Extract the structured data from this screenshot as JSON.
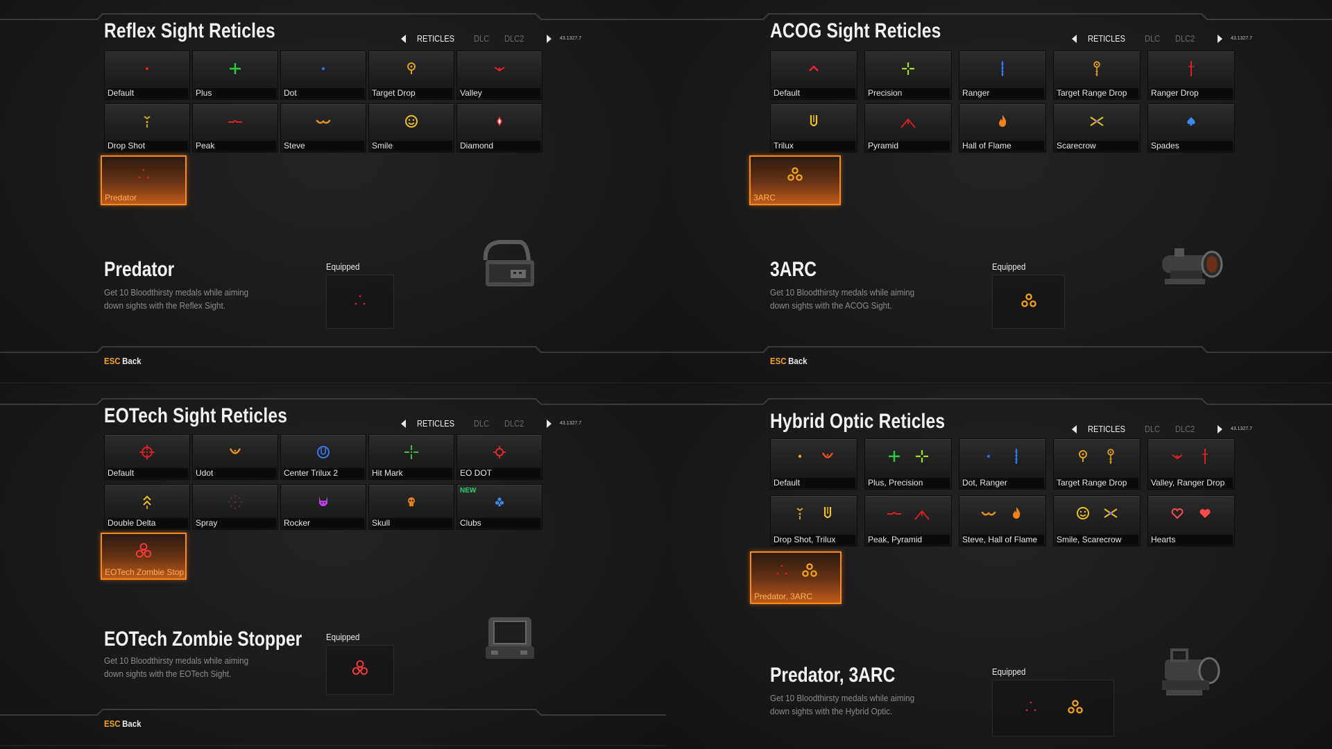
{
  "tabs": [
    "RETICLES",
    "DLC",
    "DLC2"
  ],
  "version": "43.1327.7",
  "back": {
    "key": "ESC",
    "label": "Back"
  },
  "equipped_label": "Equipped",
  "panels": [
    {
      "title": "Reflex Sight Reticles",
      "items": [
        {
          "label": "Default",
          "icon": "dot-icon",
          "color": "#e02020"
        },
        {
          "label": "Plus",
          "icon": "plus-icon",
          "color": "#2ecc40"
        },
        {
          "label": "Dot",
          "icon": "dot-icon",
          "color": "#2a6ef0"
        },
        {
          "label": "Target Drop",
          "icon": "target-drop-icon",
          "color": "#e0a020"
        },
        {
          "label": "Valley",
          "icon": "valley-icon",
          "color": "#e02020"
        },
        {
          "label": "Drop Shot",
          "icon": "drop-shot-icon",
          "color": "#e0b020"
        },
        {
          "label": "Peak",
          "icon": "peak-icon",
          "color": "#e02020"
        },
        {
          "label": "Steve",
          "icon": "mustache-icon",
          "color": "#e09020"
        },
        {
          "label": "Smile",
          "icon": "smile-icon",
          "color": "#f0c020"
        },
        {
          "label": "Diamond",
          "icon": "diamond-icon",
          "color": "#f03030"
        },
        {
          "label": "Predator",
          "icon": "predator-icon",
          "color": "#e02020",
          "selected": true
        }
      ],
      "detail": {
        "name": "Predator",
        "description": "Get 10 Bloodthirsty medals while aiming down sights with the Reflex Sight.",
        "equipped": [
          {
            "icon": "predator-icon",
            "color": "#e02020"
          }
        ]
      },
      "sight_icon": "reflex-sight-icon"
    },
    {
      "title": "ACOG Sight Reticles",
      "items": [
        {
          "label": "Default",
          "icon": "chevron-up-icon",
          "color": "#f02030"
        },
        {
          "label": "Precision",
          "icon": "precision-icon",
          "color": "#a0e020"
        },
        {
          "label": "Ranger",
          "icon": "ranger-icon",
          "color": "#2a7af0"
        },
        {
          "label": "Target Range Drop",
          "icon": "target-range-drop-icon",
          "color": "#e0a020"
        },
        {
          "label": "Ranger Drop",
          "icon": "ranger-drop-icon",
          "color": "#e02020"
        },
        {
          "label": "Trilux",
          "icon": "trilux-icon",
          "color": "#f0c030"
        },
        {
          "label": "Pyramid",
          "icon": "pyramid-icon",
          "color": "#e02020"
        },
        {
          "label": "Hall of Flame",
          "icon": "flame-icon",
          "color": "#f08020"
        },
        {
          "label": "Scarecrow",
          "icon": "scarecrow-icon",
          "color": "#f0b020"
        },
        {
          "label": "Spades",
          "icon": "spades-icon",
          "color": "#3a8af0"
        },
        {
          "label": "3ARC",
          "icon": "treyarch-icon",
          "color": "#f0a020",
          "selected": true
        }
      ],
      "detail": {
        "name": "3ARC",
        "description": "Get 10 Bloodthirsty medals while aiming down sights with the ACOG Sight.",
        "equipped": [
          {
            "icon": "treyarch-icon",
            "color": "#f0a020"
          }
        ]
      },
      "sight_icon": "acog-sight-icon"
    },
    {
      "title": "EOTech Sight Reticles",
      "items": [
        {
          "label": "Default",
          "icon": "crosshair-circle-icon",
          "color": "#e02020"
        },
        {
          "label": "Udot",
          "icon": "udot-icon",
          "color": "#f09020"
        },
        {
          "label": "Center Trilux 2",
          "icon": "center-trilux-icon",
          "color": "#3a7af0"
        },
        {
          "label": "Hit Mark",
          "icon": "hit-mark-icon",
          "color": "#40c040"
        },
        {
          "label": "EO DOT",
          "icon": "eo-dot-icon",
          "color": "#e03020"
        },
        {
          "label": "Double Delta",
          "icon": "double-delta-icon",
          "color": "#f0c020"
        },
        {
          "label": "Spray",
          "icon": "spray-icon",
          "color": "#a02020"
        },
        {
          "label": "Rocker",
          "icon": "rocker-icon",
          "color": "#c040f0"
        },
        {
          "label": "Skull",
          "icon": "skull-icon",
          "color": "#e08020"
        },
        {
          "label": "Clubs",
          "icon": "clubs-icon",
          "color": "#3a8af0",
          "badge": "NEW"
        },
        {
          "label": "EOTech Zombie Stopper",
          "icon": "biohazard-icon",
          "color": "#ff3a3a",
          "selected": true
        }
      ],
      "detail": {
        "name": "EOTech Zombie Stopper",
        "description": "Get 10 Bloodthirsty medals while aiming down sights with the EOTech Sight.",
        "equipped": [
          {
            "icon": "biohazard-icon",
            "color": "#ff3a3a"
          }
        ]
      },
      "sight_icon": "eotech-sight-icon"
    },
    {
      "title": "Hybrid Optic Reticles",
      "items": [
        {
          "label": "Default",
          "icons": [
            [
              "dot-icon",
              "#f0a020"
            ],
            [
              "udot-icon",
              "#f05020"
            ]
          ]
        },
        {
          "label": "Plus, Precision",
          "icons": [
            [
              "plus-icon",
              "#2ecc40"
            ],
            [
              "precision-icon",
              "#a0e020"
            ]
          ]
        },
        {
          "label": "Dot, Ranger",
          "icons": [
            [
              "dot-icon",
              "#2a6ef0"
            ],
            [
              "ranger-icon",
              "#2a7af0"
            ]
          ]
        },
        {
          "label": "Target Range Drop",
          "icons": [
            [
              "target-drop-icon",
              "#e0a020"
            ],
            [
              "target-range-drop-icon",
              "#e0a020"
            ]
          ]
        },
        {
          "label": "Valley, Ranger Drop",
          "icons": [
            [
              "valley-icon",
              "#e02020"
            ],
            [
              "ranger-drop-icon",
              "#e02020"
            ]
          ]
        },
        {
          "label": "Drop Shot, Trilux",
          "icons": [
            [
              "drop-shot-icon",
              "#e0b020"
            ],
            [
              "trilux-icon",
              "#f0c030"
            ]
          ]
        },
        {
          "label": "Peak, Pyramid",
          "icons": [
            [
              "peak-icon",
              "#e02020"
            ],
            [
              "pyramid-icon",
              "#e02020"
            ]
          ]
        },
        {
          "label": "Steve, Hall of Flame",
          "icons": [
            [
              "mustache-icon",
              "#e09020"
            ],
            [
              "flame-icon",
              "#f08020"
            ]
          ]
        },
        {
          "label": "Smile, Scarecrow",
          "icons": [
            [
              "smile-icon",
              "#f0c020"
            ],
            [
              "scarecrow-icon",
              "#f0b020"
            ]
          ]
        },
        {
          "label": "Hearts",
          "icons": [
            [
              "heart-outline-icon",
              "#ff4a4a"
            ],
            [
              "heart-icon",
              "#ff4a4a"
            ]
          ]
        },
        {
          "label": "Predator, 3ARC",
          "icons": [
            [
              "predator-icon",
              "#e02020"
            ],
            [
              "treyarch-icon",
              "#f0a020"
            ]
          ],
          "selected": true
        }
      ],
      "detail": {
        "name": "Predator, 3ARC",
        "description": "Get 10 Bloodthirsty medals while aiming down sights with the Hybrid Optic.",
        "equipped": [
          {
            "icon": "predator-icon",
            "color": "#e02020"
          },
          {
            "icon": "treyarch-icon",
            "color": "#f0a020"
          }
        ]
      },
      "sight_icon": "hybrid-optic-sight-icon"
    }
  ]
}
